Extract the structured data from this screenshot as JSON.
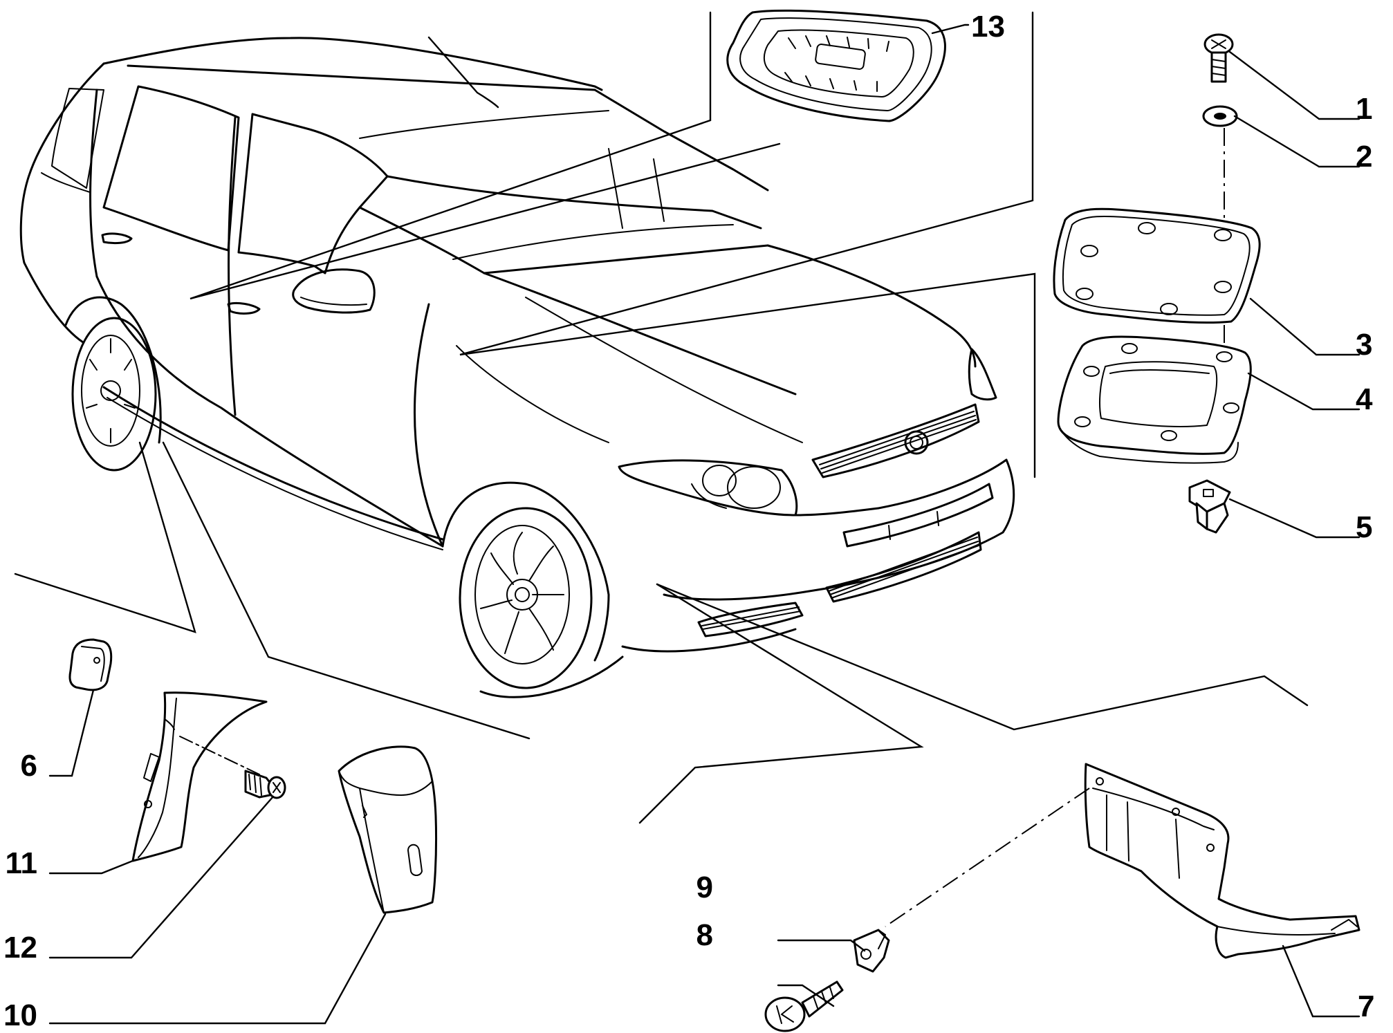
{
  "diagram": {
    "callouts": [
      {
        "id": "1",
        "label": "1"
      },
      {
        "id": "2",
        "label": "2"
      },
      {
        "id": "3",
        "label": "3"
      },
      {
        "id": "4",
        "label": "4"
      },
      {
        "id": "5",
        "label": "5"
      },
      {
        "id": "6",
        "label": "6"
      },
      {
        "id": "7",
        "label": "7"
      },
      {
        "id": "8",
        "label": "8"
      },
      {
        "id": "9",
        "label": "9"
      },
      {
        "id": "10",
        "label": "10"
      },
      {
        "id": "11",
        "label": "11"
      },
      {
        "id": "12",
        "label": "12"
      },
      {
        "id": "13",
        "label": "13"
      }
    ],
    "parts": {
      "1": "screw-icon",
      "2": "washer-icon",
      "3": "gasket-plate-icon",
      "4": "frame-seal-icon",
      "5": "clip-icon",
      "6": "plug-pad-icon",
      "7": "underbody-guard-icon",
      "8": "push-rivet-icon",
      "9": "clip-nut-icon",
      "10": "mudflap-icon",
      "11": "wheelarch-liner-icon",
      "12": "self-tapping-screw-icon",
      "13": "floor-grommet-icon"
    }
  }
}
